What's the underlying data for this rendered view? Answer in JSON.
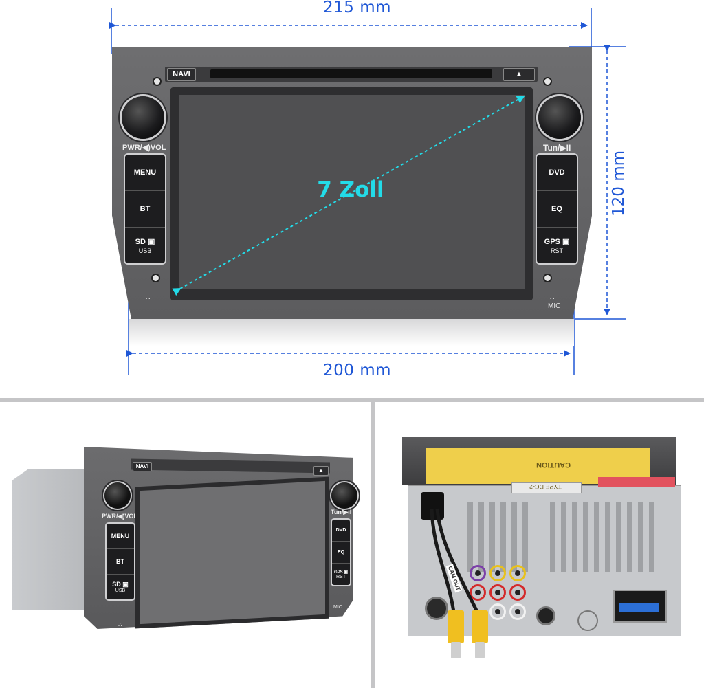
{
  "dimensions": {
    "top_width": "215 mm",
    "bottom_width": "200 mm",
    "height": "120 mm",
    "screen_size": "7 Zoll"
  },
  "front_panel": {
    "navi_button": "NAVI",
    "eject_button": "▲",
    "left_knob_label": "PWR/◀)VOL",
    "right_knob_label": "Tun/▶II",
    "left_buttons": [
      {
        "label": "MENU",
        "sub": ""
      },
      {
        "label": "BT",
        "sub": ""
      },
      {
        "label": "SD ▣",
        "sub": "USB"
      }
    ],
    "right_buttons": [
      {
        "label": "DVD",
        "sub": ""
      },
      {
        "label": "EQ",
        "sub": ""
      },
      {
        "label": "GPS ▣",
        "sub": "RST"
      }
    ],
    "mic_label": "MIC"
  },
  "perspective_view": {
    "navi_button": "NAVI",
    "eject_button": "▲",
    "left_knob_label": "PWR/◀)VOL",
    "right_knob_label": "Tun/▶II",
    "mic_label": "MIC"
  },
  "rear_view": {
    "sticker_text": "CAUTION",
    "type_label": "TYPE DC-2",
    "cable_label": "CAM OUT"
  },
  "colors": {
    "dimension_blue": "#1f57d6",
    "screen_cyan": "#23dbe8",
    "faceplate_grey": "#666668"
  }
}
